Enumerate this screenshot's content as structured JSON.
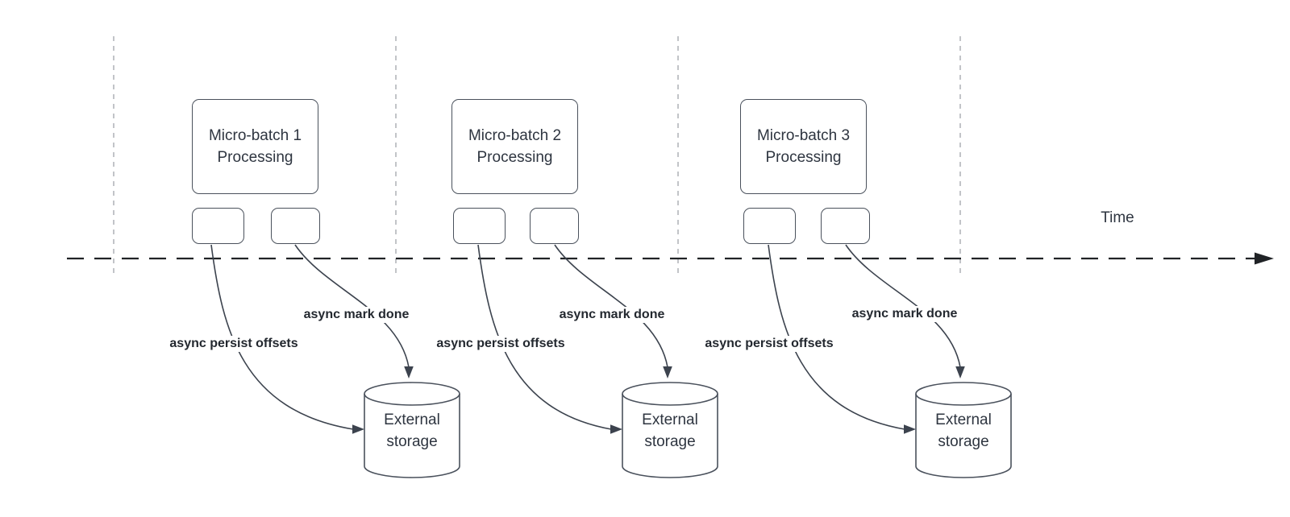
{
  "colors": {
    "background": "#ffffff",
    "node_stroke": "#4a515c",
    "edge_stroke": "#3c434e",
    "timeline_stroke": "#202326",
    "guide_stroke": "#b3b6bb",
    "text": "#2e3540",
    "edge_label_text": "#23282f"
  },
  "timeline": {
    "label": "Time"
  },
  "groups": [
    {
      "title_line1": "Micro-batch 1",
      "title_line2": "Processing",
      "persist_label": "async persist offsets",
      "done_label": "async mark done",
      "storage_line1": "External",
      "storage_line2": "storage"
    },
    {
      "title_line1": "Micro-batch 2",
      "title_line2": "Processing",
      "persist_label": "async persist offsets",
      "done_label": "async mark done",
      "storage_line1": "External",
      "storage_line2": "storage"
    },
    {
      "title_line1": "Micro-batch 3",
      "title_line2": "Processing",
      "persist_label": "async persist offsets",
      "done_label": "async mark done",
      "storage_line1": "External",
      "storage_line2": "storage"
    }
  ]
}
